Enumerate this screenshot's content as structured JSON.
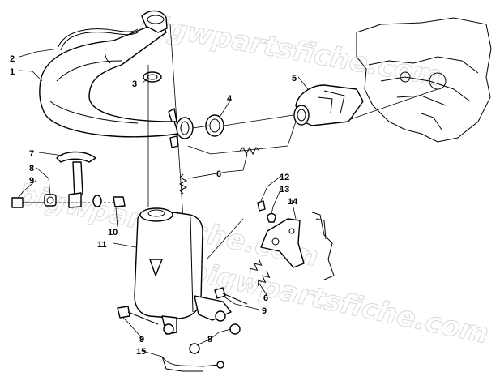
{
  "callouts": [
    {
      "id": "c1",
      "text": "1"
    },
    {
      "id": "c2",
      "text": "2"
    },
    {
      "id": "c3",
      "text": "3"
    },
    {
      "id": "c4",
      "text": "4"
    },
    {
      "id": "c5",
      "text": "5"
    },
    {
      "id": "c6a",
      "text": "6"
    },
    {
      "id": "c6b",
      "text": "6"
    },
    {
      "id": "c7",
      "text": "7"
    },
    {
      "id": "c8a",
      "text": "8"
    },
    {
      "id": "c8b",
      "text": "8"
    },
    {
      "id": "c9a",
      "text": "9"
    },
    {
      "id": "c9b",
      "text": "9"
    },
    {
      "id": "c9c",
      "text": "9"
    },
    {
      "id": "c10",
      "text": "10"
    },
    {
      "id": "c11",
      "text": "11"
    },
    {
      "id": "c12",
      "text": "12"
    },
    {
      "id": "c13",
      "text": "13"
    },
    {
      "id": "c14",
      "text": "14"
    },
    {
      "id": "c15",
      "text": "15"
    }
  ],
  "watermark": {
    "line1": "bigwpartsfiche.com",
    "line2": "bigwpartsfiche.com",
    "line3": "bigwpartsfiche.com"
  }
}
